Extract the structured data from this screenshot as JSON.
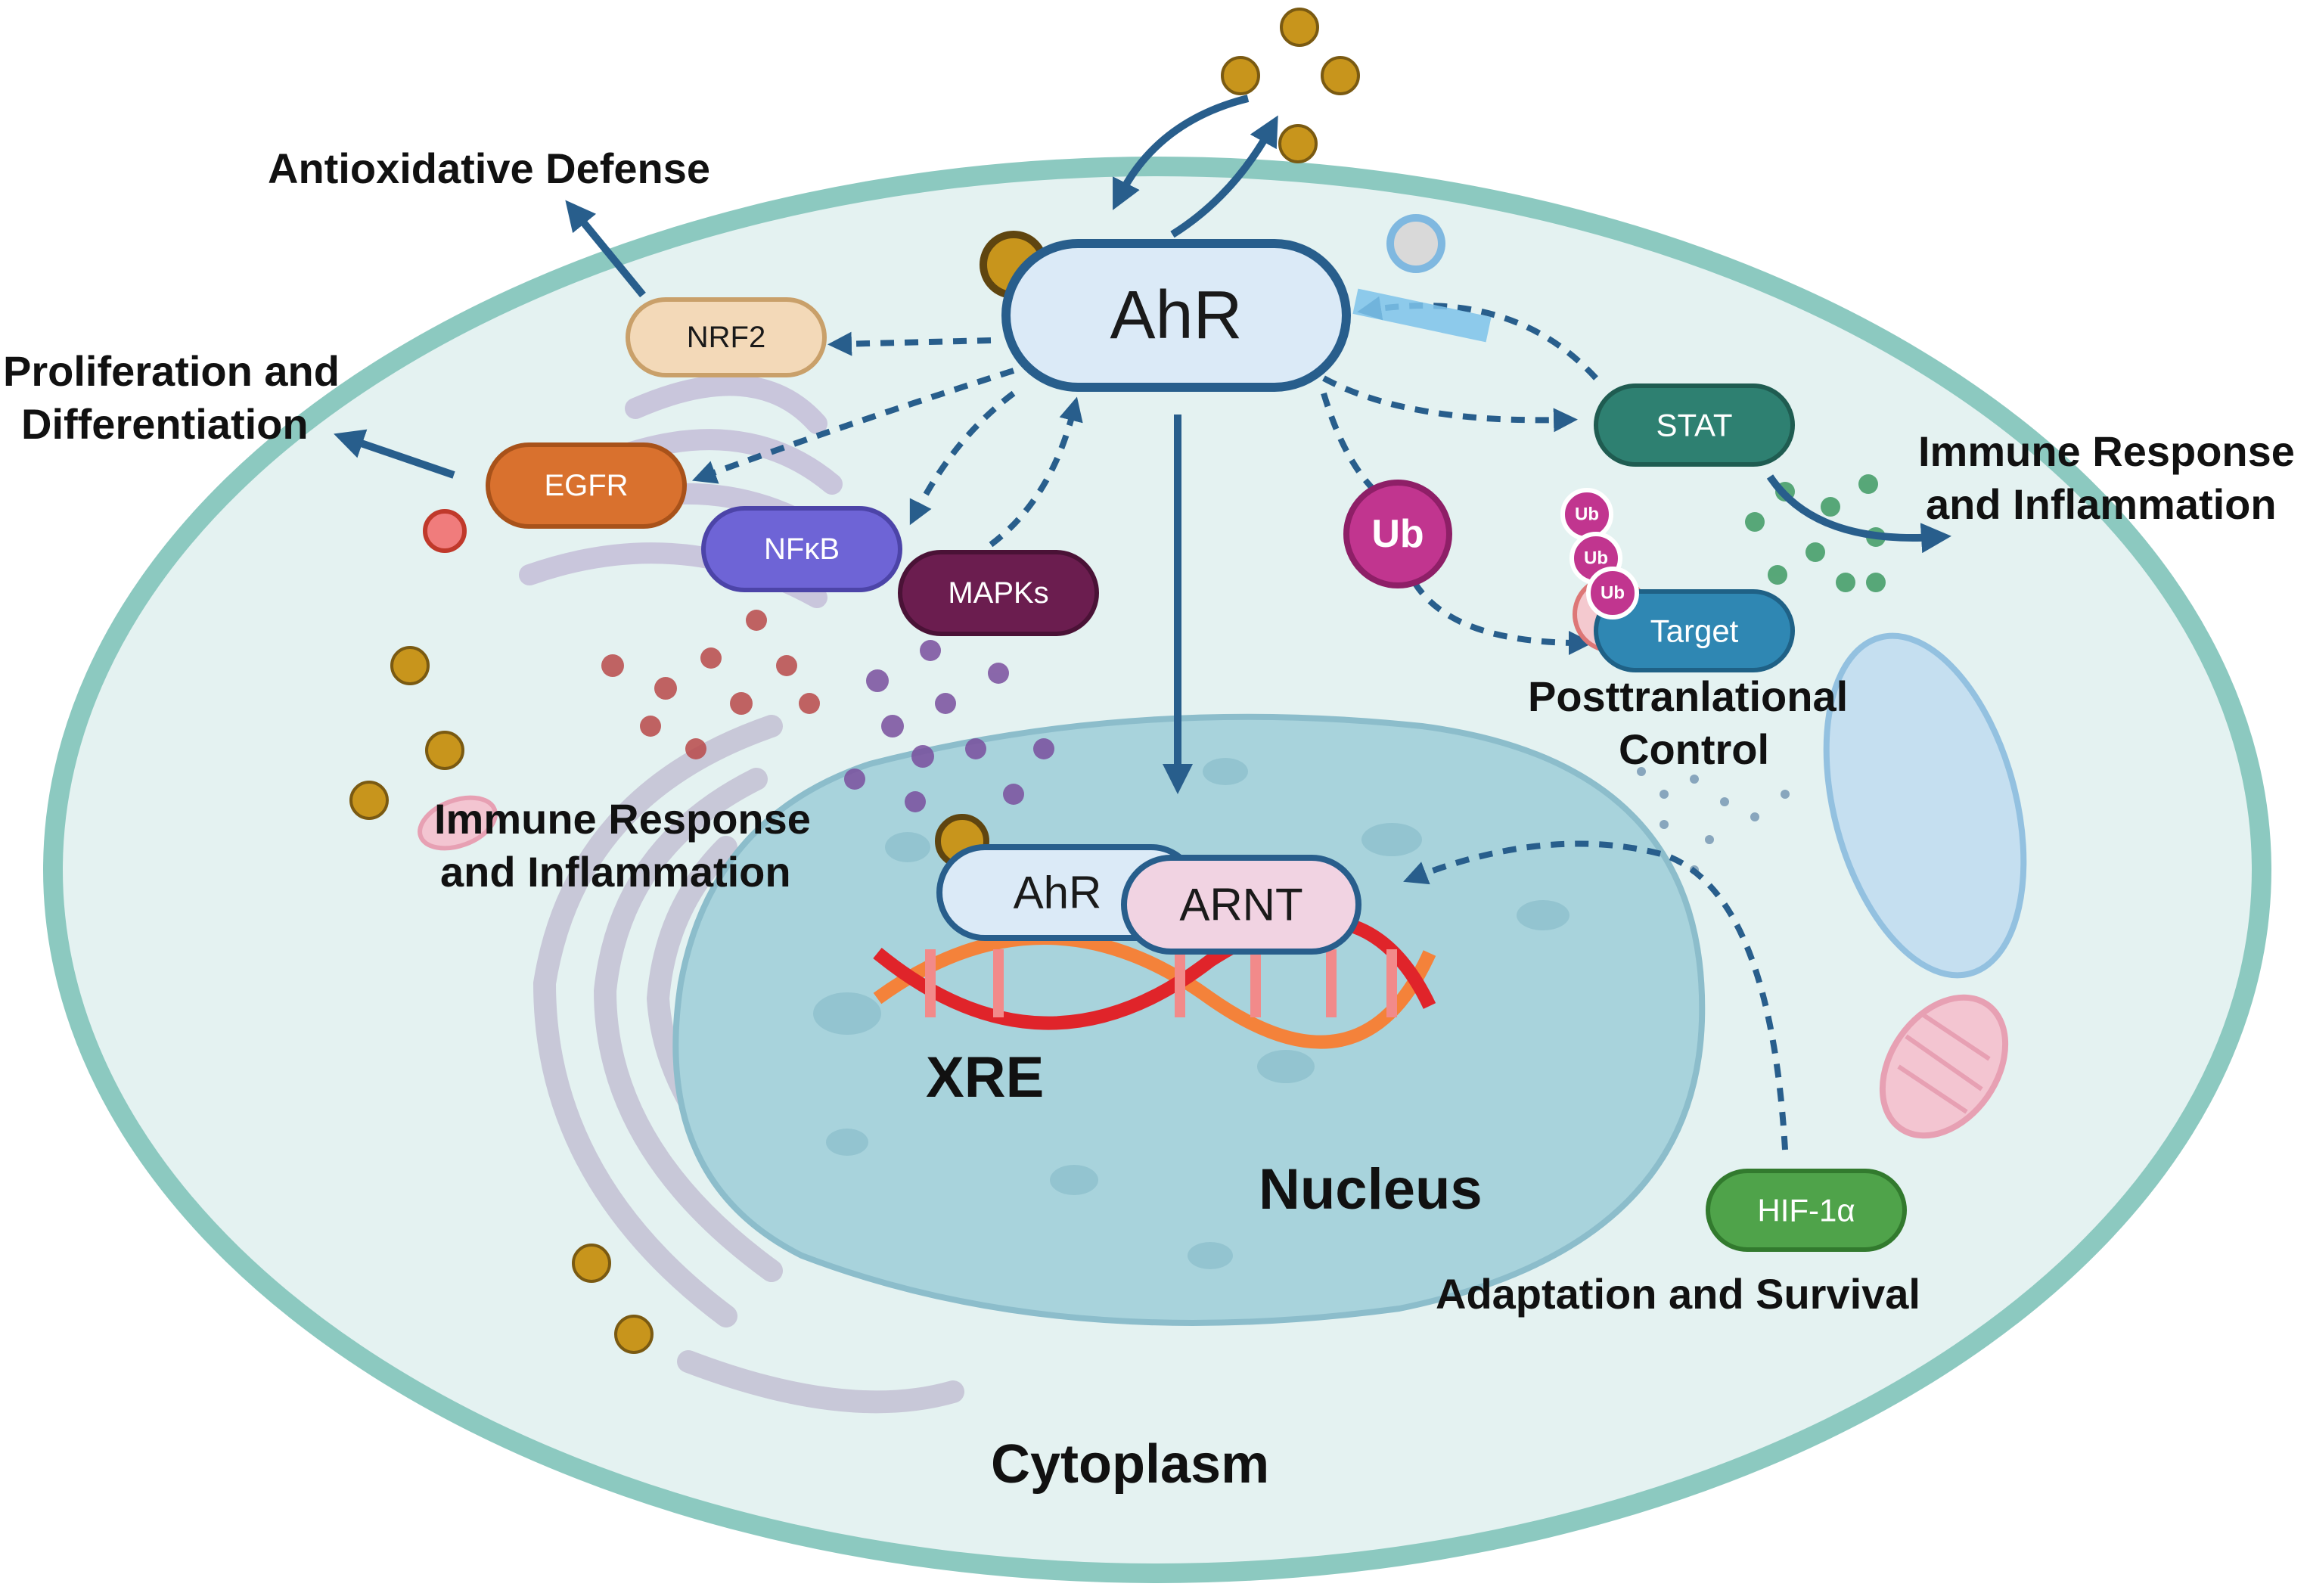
{
  "ligand_color": "#c8951c",
  "labels": {
    "antioxidative": "Antioxidative Defense",
    "proliferation_line1": "Proliferation and",
    "proliferation_line2": "Differentiation",
    "immune_left_line1": "Immune Response",
    "immune_left_line2": "and Inflammation",
    "immune_right_line1": "Immune Response",
    "immune_right_line2": "and Inflammation",
    "posttranslational_line1": "Posttranlational",
    "posttranslational_line2": "Control",
    "adaptation": "Adaptation and Survival",
    "xre": "XRE",
    "nucleus": "Nucleus",
    "cytoplasm": "Cytoplasm"
  },
  "nodes": {
    "ahr": {
      "label": "AhR",
      "color": "#dbeaf7",
      "stroke": "#285e8c"
    },
    "nrf2": {
      "label": "NRF2",
      "color": "#f3d9b8"
    },
    "egfr": {
      "label": "EGFR",
      "color": "#d9712e"
    },
    "nfkb": {
      "label": "NFκB",
      "color": "#6e64d6"
    },
    "mapks": {
      "label": "MAPKs",
      "color": "#6b1d4f"
    },
    "stat": {
      "label": "STAT",
      "color": "#2e8071"
    },
    "target": {
      "label": "Target",
      "color": "#2f87b3"
    },
    "hif1a": {
      "label": "HIF-1α",
      "color": "#4fa34a"
    },
    "ub": {
      "label": "Ub",
      "color": "#c1358f"
    },
    "ahr_nuclear": {
      "label": "AhR"
    },
    "arnt": {
      "label": "ARNT",
      "color": "#f1d3e2"
    }
  },
  "ub_chain": [
    "Ub",
    "Ub",
    "Ub"
  ],
  "colors": {
    "cell_membrane": "#8cc9c0",
    "cytoplasm_fill": "#e4f2f1",
    "nucleus_fill": "#a8d3dc",
    "arrow": "#285e8c",
    "dna_red": "#e0242a",
    "dna_orange": "#f4823a"
  }
}
